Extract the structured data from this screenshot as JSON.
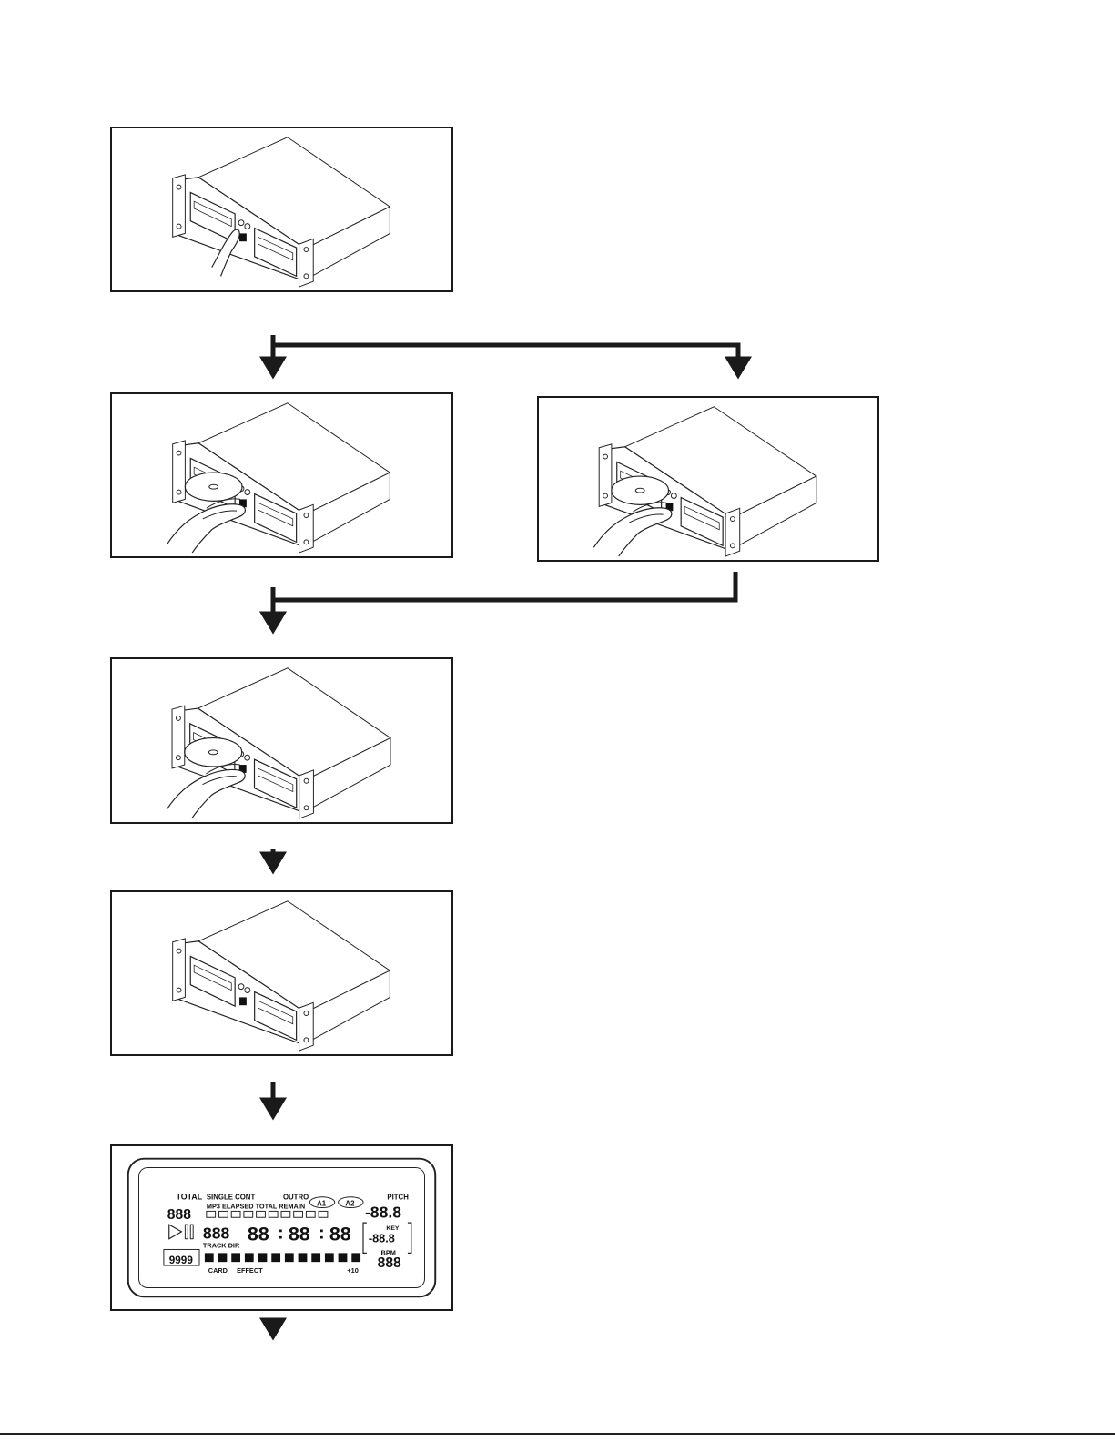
{
  "steps": [
    {
      "id": "step-1",
      "illustration": "press-eject-button"
    },
    {
      "id": "step-2a",
      "illustration": "insert-cd"
    },
    {
      "id": "step-2b",
      "illustration": "insert-cd"
    },
    {
      "id": "step-3",
      "illustration": "push-cd-in"
    },
    {
      "id": "step-4",
      "illustration": "tray-closed"
    },
    {
      "id": "step-5",
      "illustration": "lcd-display"
    }
  ],
  "lcd": {
    "total": "TOTAL",
    "single_cont": "SINGLE CONT",
    "outro": "OUTRO",
    "a1": "A1",
    "a2": "A2",
    "pitch": "PITCH",
    "mp3_elapsed": "MP3 ELAPSED TOTAL REMAIN",
    "track_num": "888",
    "time_min": "88",
    "time_sec": "88",
    "time_frame": "88",
    "pitch_value": "-88.8",
    "key_label": "KEY",
    "key_value": "-88.8",
    "track_dir": "TRACK DIR",
    "bpm": "BPM",
    "bpm_value": "888",
    "buffer": "9999",
    "card": "CARD",
    "effect": "EFFECT",
    "plus10": "+10"
  },
  "colors": {
    "line": "#1a1a1a",
    "arrow": "#1a1a1a"
  }
}
